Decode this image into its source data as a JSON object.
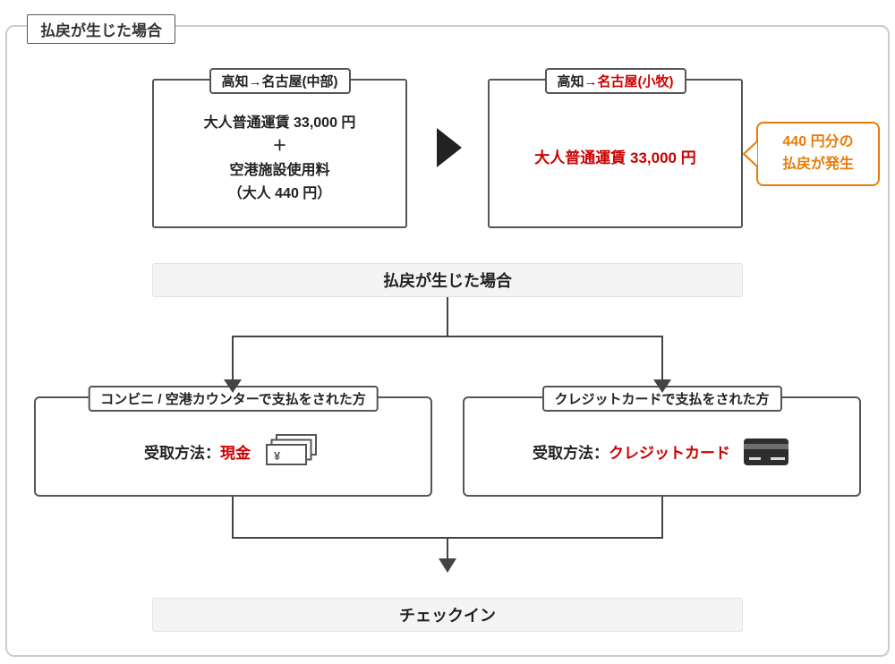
{
  "page": {
    "title": "払戻が生じた場合"
  },
  "colors": {
    "line": "#444444",
    "accent_red": "#cc0000",
    "accent_orange": "#e87c08",
    "bar_bg": "#f4f4f4",
    "box_border": "#555555"
  },
  "comparison": {
    "before": {
      "header": "高知→名古屋(中部)",
      "fare": "大人普通運賃 33,000 円",
      "plus": "＋",
      "fee_name": "空港施設使用料",
      "fee_amount": "（大人 440 円）"
    },
    "after": {
      "header_prefix": "高知→",
      "header_highlight": "名古屋(小牧)",
      "fare": "大人普通運賃 33,000 円"
    },
    "callout": {
      "line1": "440 円分の",
      "line2": "払戻が発生"
    }
  },
  "flow": {
    "condition": "払戻が生じた場合",
    "branches": [
      {
        "header": "コンビニ / 空港カウンターで支払をされた方",
        "method_label": "受取方法：",
        "method_value": "現金",
        "icon": "cash-icon"
      },
      {
        "header": "クレジットカードで支払をされた方",
        "method_label": "受取方法：",
        "method_value": "クレジットカード",
        "icon": "credit-card-icon"
      }
    ],
    "result": "チェックイン"
  }
}
